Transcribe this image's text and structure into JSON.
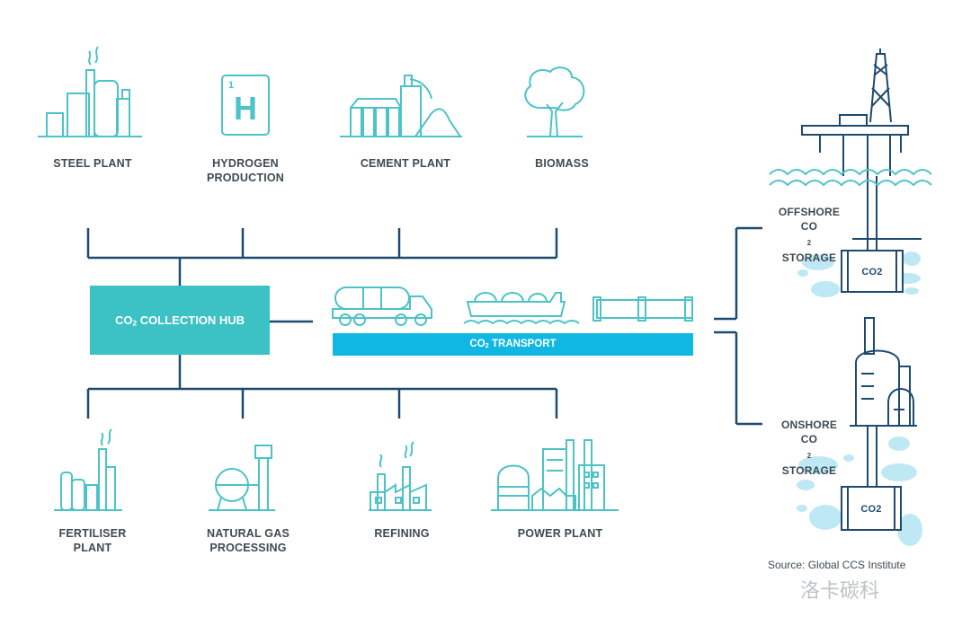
{
  "sources_top": [
    {
      "line1": "STEEL PLANT",
      "line2": "",
      "icon": "steel-plant-icon"
    },
    {
      "line1": "HYDROGEN",
      "line2": "PRODUCTION",
      "icon": "hydrogen-icon"
    },
    {
      "line1": "CEMENT PLANT",
      "line2": "",
      "icon": "cement-plant-icon"
    },
    {
      "line1": "BIOMASS",
      "line2": "",
      "icon": "tree-icon"
    }
  ],
  "sources_bottom": [
    {
      "line1": "FERTILISER",
      "line2": "PLANT",
      "icon": "fertiliser-plant-icon"
    },
    {
      "line1": "NATURAL GAS",
      "line2": "PROCESSING",
      "icon": "gas-processing-icon"
    },
    {
      "line1": "REFINING",
      "line2": "",
      "icon": "refinery-icon"
    },
    {
      "line1": "POWER PLANT",
      "line2": "",
      "icon": "power-plant-icon"
    }
  ],
  "hydrogen_tile": {
    "number": "1",
    "symbol": "H"
  },
  "hub": {
    "prefix": "CO",
    "sub": "2",
    "suffix": " COLLECTION HUB"
  },
  "transport": {
    "prefix": "CO",
    "sub": "2",
    "suffix": " TRANSPORT",
    "icons": [
      "tanker-truck-icon",
      "lng-ship-icon",
      "pipeline-icon"
    ]
  },
  "storage": {
    "offshore": {
      "line1": "OFFSHORE",
      "line2_prefix": "CO",
      "line2_sub": "2",
      "line2_suffix": " STORAGE",
      "tank": "CO2",
      "icon": "offshore-platform-icon"
    },
    "onshore": {
      "line1": "ONSHORE",
      "line2_prefix": "CO",
      "line2_sub": "2",
      "line2_suffix": " STORAGE",
      "tank": "CO2",
      "icon": "onshore-facility-icon"
    }
  },
  "source_note": "Source: Global CCS Institute",
  "watermark": "洛卡碳科",
  "colors": {
    "line": "#1e4a70",
    "icon": "#4cc3c7",
    "hub": "#3cc1c4",
    "transport": "#10b7e2",
    "water": "#bfe8f5",
    "text": "#3d4a52"
  }
}
